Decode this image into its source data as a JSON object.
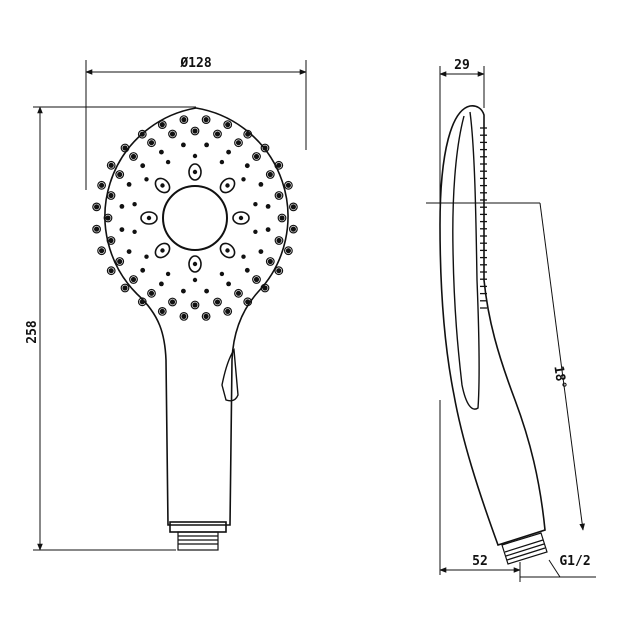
{
  "drawing": {
    "line_color": "#111111",
    "background": "#ffffff",
    "dimensions": {
      "head_diameter": "Ø128",
      "overall_length": "258",
      "side_depth": "29",
      "base_offset": "52",
      "angle": "18°",
      "thread": "G1/2"
    }
  }
}
